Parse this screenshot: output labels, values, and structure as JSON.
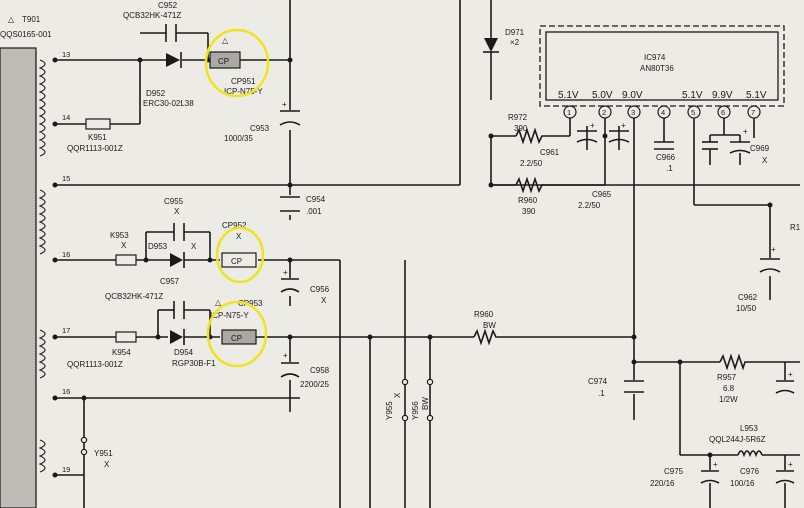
{
  "transformer": {
    "ref": "T901",
    "part": "QQS0165-001",
    "pins": [
      "13",
      "14",
      "15",
      "16",
      "17",
      "16",
      "19"
    ]
  },
  "components": {
    "c952": {
      "ref": "C952",
      "part": "QCB32HK-471Z"
    },
    "d952": {
      "ref": "D952",
      "part": "ERC30-02L38"
    },
    "cp951": {
      "ref": "CP951",
      "part": "ICP-N75-Y",
      "mark": "CP"
    },
    "k951": {
      "ref": "K951",
      "part": "QQR1113-001Z"
    },
    "c953": {
      "ref": "C953",
      "value": "1000/35"
    },
    "c954": {
      "ref": "C954",
      "value": ".001"
    },
    "c955": {
      "ref": "C955",
      "value": "X"
    },
    "k953": {
      "ref": "K953",
      "value": "X"
    },
    "d953": {
      "ref": "D953",
      "value": "X"
    },
    "cp952": {
      "ref": "CP952",
      "value": "X",
      "mark": "CP"
    },
    "c957": {
      "ref": "C957"
    },
    "c956": {
      "ref": "C956",
      "value": "X"
    },
    "c957b": {
      "part": "QCB32HK-471Z"
    },
    "cp953": {
      "ref": "CP953",
      "part": "ICP-N75-Y",
      "mark": "CP"
    },
    "k954": {
      "ref": "K954",
      "part": "QQR1113-001Z"
    },
    "d954": {
      "ref": "D954",
      "part": "RGP30B-F1"
    },
    "c958": {
      "ref": "C958",
      "value": "2200/25"
    },
    "y951": {
      "ref": "Y951",
      "value": "X"
    },
    "y955": {
      "ref": "Y955",
      "value": "X"
    },
    "y956": {
      "ref": "Y956",
      "value": "BW"
    },
    "r960": {
      "ref": "R960",
      "value": "BW"
    },
    "d971": {
      "ref": "D971",
      "value": "×2"
    },
    "r972": {
      "ref": "R972",
      "value": "390"
    },
    "c961": {
      "ref": "C961",
      "value": "2.2/50"
    },
    "r960b": {
      "ref": "R960",
      "value": "390"
    },
    "c965": {
      "ref": "C965",
      "value": "2.2/50"
    },
    "c966": {
      "ref": "C966",
      "value": ".1"
    },
    "c969": {
      "ref": "C969",
      "value": "X"
    },
    "c962": {
      "ref": "C962",
      "value": "10/50"
    },
    "c974": {
      "ref": "C974",
      "value": ".1"
    },
    "r957": {
      "ref": "R957",
      "value1": "6.8",
      "value2": "1/2W"
    },
    "l953": {
      "ref": "L953",
      "part": "QQL244J-5R6Z"
    },
    "c975": {
      "ref": "C975",
      "value": "220/16"
    },
    "c976": {
      "ref": "C976",
      "value": "100/16"
    },
    "r1": {
      "ref": "R1"
    }
  },
  "ic": {
    "ref": "IC974",
    "part": "AN80T36",
    "voltages": [
      "5.1V",
      "5.0V",
      "9.0V",
      "5.1V",
      "9.9V",
      "5.1V"
    ],
    "pins": [
      "1",
      "2",
      "3",
      "4",
      "5",
      "6",
      "7"
    ]
  },
  "symbols": {
    "plus": "+",
    "warning": "!"
  },
  "colors": {
    "ink": "#1a1a1a",
    "paper": "#ecebe6",
    "highlight": "#f0e41c"
  }
}
